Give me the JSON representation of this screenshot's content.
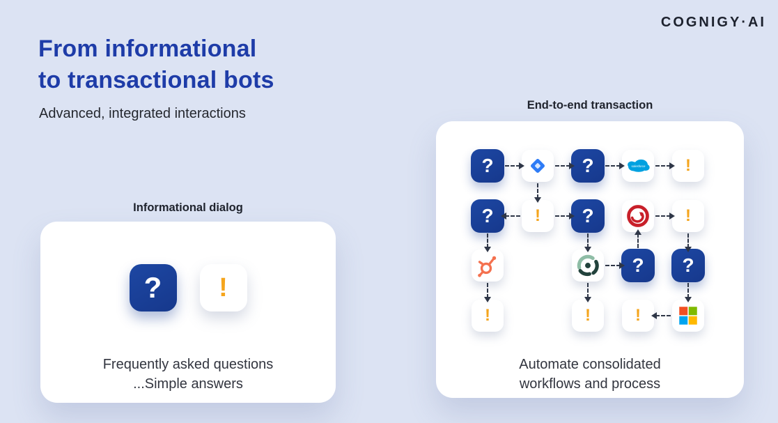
{
  "brand": {
    "logo_text": "COGNIGY·AI"
  },
  "header": {
    "title_line1": "From informational",
    "title_line2": "to transactional bots",
    "subtitle": "Advanced, integrated interactions"
  },
  "glyphs": {
    "question": "?",
    "exclamation": "!"
  },
  "left_card": {
    "label": "Informational dialog",
    "icons": [
      "question",
      "exclamation"
    ],
    "caption_line1": "Frequently asked questions",
    "caption_line2": "...Simple answers"
  },
  "right_card": {
    "label": "End-to-end transaction",
    "caption_line1": "Automate consolidated",
    "caption_line2": "workflows and process",
    "flow": {
      "columns": 5,
      "rows": 4,
      "nodes": [
        {
          "col": 1,
          "row": 1,
          "icon": "question"
        },
        {
          "col": 2,
          "row": 1,
          "icon": "jira"
        },
        {
          "col": 3,
          "row": 1,
          "icon": "question"
        },
        {
          "col": 4,
          "row": 1,
          "icon": "salesforce"
        },
        {
          "col": 5,
          "row": 1,
          "icon": "exclamation"
        },
        {
          "col": 1,
          "row": 2,
          "icon": "question"
        },
        {
          "col": 2,
          "row": 2,
          "icon": "exclamation"
        },
        {
          "col": 3,
          "row": 2,
          "icon": "question"
        },
        {
          "col": 4,
          "row": 2,
          "icon": "red-swirl"
        },
        {
          "col": 5,
          "row": 2,
          "icon": "exclamation"
        },
        {
          "col": 1,
          "row": 3,
          "icon": "hubspot"
        },
        {
          "col": 3,
          "row": 3,
          "icon": "segmented-ring"
        },
        {
          "col": 4,
          "row": 3,
          "icon": "question"
        },
        {
          "col": 5,
          "row": 3,
          "icon": "question"
        },
        {
          "col": 1,
          "row": 4,
          "icon": "exclamation"
        },
        {
          "col": 3,
          "row": 4,
          "icon": "exclamation"
        },
        {
          "col": 4,
          "row": 4,
          "icon": "exclamation"
        },
        {
          "col": 5,
          "row": 4,
          "icon": "microsoft"
        }
      ],
      "arrows": [
        {
          "from": [
            1,
            1
          ],
          "to": [
            2,
            1
          ]
        },
        {
          "from": [
            2,
            1
          ],
          "to": [
            3,
            1
          ]
        },
        {
          "from": [
            3,
            1
          ],
          "to": [
            4,
            1
          ]
        },
        {
          "from": [
            4,
            1
          ],
          "to": [
            5,
            1
          ]
        },
        {
          "from": [
            2,
            1
          ],
          "to": [
            2,
            2
          ]
        },
        {
          "from": [
            2,
            2
          ],
          "to": [
            1,
            2
          ]
        },
        {
          "from": [
            2,
            2
          ],
          "to": [
            3,
            2
          ]
        },
        {
          "from": [
            4,
            2
          ],
          "to": [
            5,
            2
          ]
        },
        {
          "from": [
            1,
            2
          ],
          "to": [
            1,
            3
          ]
        },
        {
          "from": [
            1,
            3
          ],
          "to": [
            1,
            4
          ]
        },
        {
          "from": [
            3,
            2
          ],
          "to": [
            3,
            3
          ]
        },
        {
          "from": [
            3,
            3
          ],
          "to": [
            3,
            4
          ]
        },
        {
          "from": [
            3,
            3
          ],
          "to": [
            4,
            3
          ]
        },
        {
          "from": [
            4,
            3
          ],
          "to": [
            4,
            2
          ]
        },
        {
          "from": [
            5,
            2
          ],
          "to": [
            5,
            3
          ]
        },
        {
          "from": [
            5,
            3
          ],
          "to": [
            5,
            4
          ]
        },
        {
          "from": [
            5,
            4
          ],
          "to": [
            4,
            4
          ]
        }
      ]
    }
  },
  "colors": {
    "background": "#dce3f3",
    "card": "#ffffff",
    "title_blue": "#1e3ca8",
    "text_dark": "#32353f",
    "label_dark": "#20242e",
    "node_blue": "#1a3e96",
    "accent_orange": "#f5a51d",
    "arrow": "#2e3647",
    "jira_blue": "#2e7cf6",
    "jira_inner": "#d7e7ff",
    "salesforce_blue": "#00a1e0",
    "swirl_red": "#c8202a",
    "hubspot_orange": "#f4714f",
    "ring_light": "#8fbda6",
    "ring_dark": "#22423c",
    "microsoft_red": "#f25022",
    "microsoft_green": "#7fba00",
    "microsoft_blue": "#00a4ef",
    "microsoft_yellow": "#ffb900",
    "logo_text": "#1d222e"
  }
}
